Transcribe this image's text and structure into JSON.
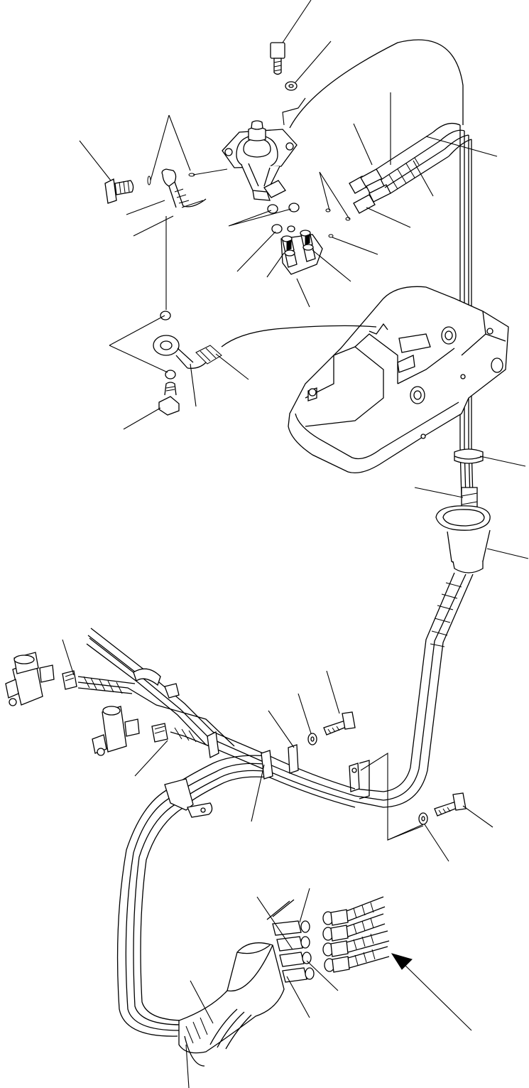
{
  "figure": {
    "type": "exploded parts diagram",
    "line_color": "#000000",
    "background": "#ffffff",
    "labels": []
  },
  "components": [
    "pilot-control-valve",
    "control-lever-console",
    "hydraulic-hoses",
    "hose-grommet",
    "hose-clamps",
    "hose-fittings",
    "mounting-bolts",
    "washers",
    "o-rings",
    "pressure-switches",
    "hose-bundle-connector-end",
    "view-direction-arrow"
  ]
}
